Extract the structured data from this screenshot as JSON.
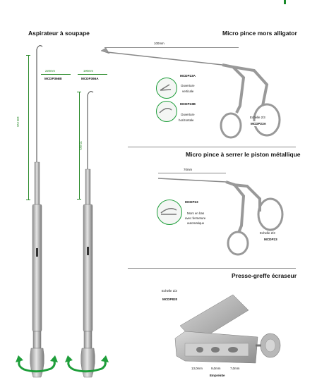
{
  "page": {
    "top_tab_color": "#1a8a2a",
    "accent_green": "#1e9e3a"
  },
  "aspirateur": {
    "title": "Aspirateur à soupape",
    "dim_left": "100 mm",
    "dim_right": "70 mm",
    "label_left_len": "220mm",
    "label_right_len": "190mm",
    "code_left": "MCDP366B",
    "code_right": "MCDP366A"
  },
  "alligator": {
    "title": "Micro pince mors alligator",
    "dim_top": "100mm",
    "code_a": "MCDP23A",
    "desc_a_line1": "Ouverture",
    "desc_a_line2": "verticale",
    "code_b": "MCDP23B",
    "desc_b_line1": "Ouverture",
    "desc_b_line2": "horizontale",
    "scale": "Echelle 2/3",
    "scale_code": "MCDP23A"
  },
  "piston": {
    "title": "Micro pince à serrer le piston métallique",
    "dim_top": "70mm",
    "code": "MCDP23",
    "desc_line1": "Mors en bas",
    "desc_line2": "avec fermeture",
    "desc_line3": "automatique",
    "scale": "Echelle 2/3",
    "scale_code": "MCDP23"
  },
  "ecraseur": {
    "title": "Presse-greffe écraseur",
    "scale": "Echelle 1/3",
    "code": "MCDP820",
    "dim_1": "13,0mm",
    "dim_2": "9,0mm",
    "dim_3": "7,0mm",
    "empreinte": "Empreinte"
  }
}
